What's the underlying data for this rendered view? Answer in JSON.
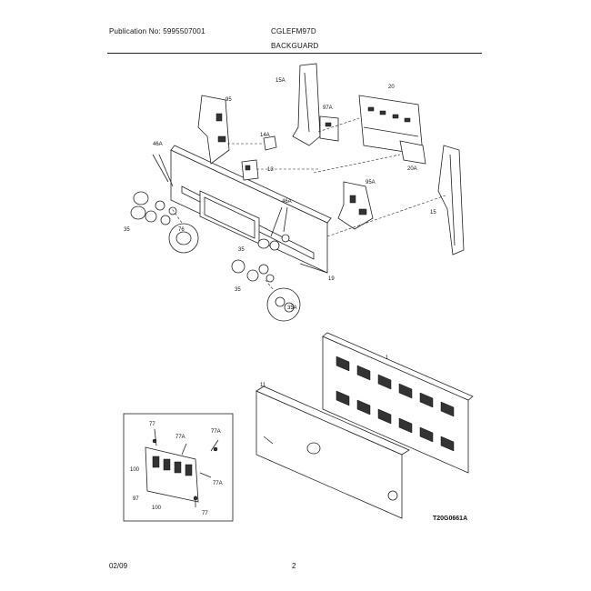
{
  "header": {
    "publication": "Publication No: 5995507001",
    "model": "CGLEFM97D",
    "section": "BACKGUARD"
  },
  "footer": {
    "date": "02/09",
    "page": "2",
    "drawing_code": "T20G0661A"
  },
  "callouts": {
    "c95": "95",
    "c15A": "15A",
    "c20": "20",
    "c97A": "97A",
    "c14A": "14A",
    "c46A_left": "46A",
    "c13": "13",
    "c20A": "20A",
    "c95A": "95A",
    "c15": "15",
    "c46A_mid": "46A",
    "c35_left": "35",
    "c76": "76",
    "c19": "19",
    "c35_mid": "35",
    "c35_bot": "35",
    "c35A": "35A",
    "c1": "1",
    "c11": "11",
    "c77_a": "77",
    "c77A_a": "77A",
    "c77A_b": "77A",
    "c100_a": "100",
    "c77A_c": "77A",
    "c97": "97",
    "c100_b": "100",
    "c77_b": "77"
  }
}
